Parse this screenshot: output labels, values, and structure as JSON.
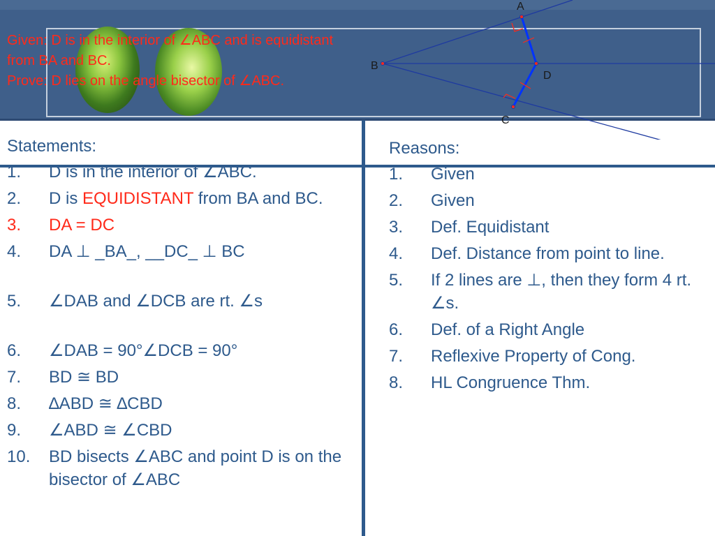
{
  "given": {
    "line1": "Given:  D is in the interior of ∠ABC and is equidistant from BA and BC.",
    "line2": "Prove:  D lies on the angle bisector of ∠ABC."
  },
  "diagram": {
    "labels": {
      "A": "A",
      "B": "B",
      "C": "C",
      "D": "D"
    },
    "colors": {
      "rays": "#1e3aa0",
      "segments": "#0033ff",
      "ticks": "#ff2a1a",
      "right_angle": "#ff2a1a"
    }
  },
  "statements": {
    "heading": "Statements:",
    "items": [
      {
        "num": "1.",
        "text": "D is in the interior of ∠ABC."
      },
      {
        "num": "2.",
        "text_before": "D is ",
        "highlight": "EQUIDISTANT",
        "text_after": " from BA and BC."
      },
      {
        "num": "3.",
        "text": "DA = DC"
      },
      {
        "num": "4.",
        "text": "DA ⊥ _BA_, __DC_ ⊥ BC"
      },
      {
        "num": "5.",
        "text": "∠DAB and ∠DCB are rt. ∠s"
      },
      {
        "num": "6.",
        "text": "∠DAB = 90°∠DCB = 90°"
      },
      {
        "num": "7.",
        "text": "BD ≅ BD"
      },
      {
        "num": "8.",
        "text": "∆ABD ≅ ∆CBD"
      },
      {
        "num": "9.",
        "text": "∠ABD ≅ ∠CBD"
      },
      {
        "num": "10.",
        "text": "BD bisects ∠ABC and point D is on the bisector of ∠ABC"
      }
    ]
  },
  "reasons": {
    "heading": "Reasons:",
    "items": [
      {
        "num": "1.",
        "text": "Given"
      },
      {
        "num": "2.",
        "text": "Given"
      },
      {
        "num": "3.",
        "text": "Def. Equidistant"
      },
      {
        "num": "4.",
        "text": "Def. Distance from point to line."
      },
      {
        "num": "5.",
        "text": "If 2 lines are ⊥, then they form 4 rt. ∠s."
      },
      {
        "num": "6.",
        "text": "Def. of a Right Angle"
      },
      {
        "num": "7.",
        "text": "Reflexive Property of Cong."
      },
      {
        "num": "8.",
        "text": "HL Congruence Thm."
      }
    ]
  },
  "colors": {
    "banner": "#3f5f8a",
    "text": "#2e5a8c",
    "accent": "#ff2a1a"
  }
}
